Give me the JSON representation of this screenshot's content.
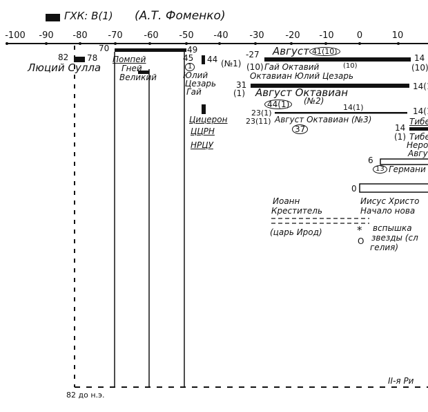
{
  "title": {
    "code": "ГХК: В(1)",
    "author": "(А.Т. Фоменко)"
  },
  "axis": {
    "ticks": [
      "-100",
      "-90",
      "-80",
      "-70",
      "-60",
      "-50",
      "-40",
      "-30",
      "-20",
      "-10",
      "0",
      "10"
    ]
  },
  "sulla": {
    "start": "82",
    "end": "78",
    "name": "Люций Сулла"
  },
  "pompey": {
    "start": "70",
    "end": "49",
    "name1": "Помпей",
    "name2": "Гней",
    "name3": "Великий"
  },
  "caesar": {
    "start": "45",
    "circle": "1",
    "end": "44",
    "num": "(№1)",
    "name1": "Юлий",
    "name2": "Цезарь",
    "name3": "Гай"
  },
  "cicero": {
    "name": "Цицерон",
    "line2": "ЦЦРН",
    "line3": "НРЦУ"
  },
  "august1": {
    "start": "-27",
    "label": "Август",
    "circle": "41(10)",
    "end": "14",
    "p1": "(10)",
    "name": "Гай Октавий",
    "p2": "(10)",
    "p3": "(10)",
    "name2": "Октавиан Юлий Цезарь"
  },
  "august2": {
    "start": "31",
    "p1": "(1)",
    "end": "14(1)",
    "name": "Август Октавиан",
    "circle": "44(1)",
    "num": "(№2)"
  },
  "august3": {
    "start1": "23(1)",
    "start2": "23(11)",
    "mid": "14(1)",
    "end": "14(1)",
    "name": "Август Октавиан (№3)",
    "circle": "37"
  },
  "tiberius": {
    "start": "14",
    "p1": "(1)",
    "name": "Тибе",
    "name2": "Тибе",
    "name3": "Неро",
    "name4": "Авгу"
  },
  "germanicus": {
    "start": "6",
    "circle": "13",
    "name": "Германи"
  },
  "jesus": {
    "start": "0",
    "name": "Иисус Христо",
    "sub": "Начало нова"
  },
  "john": {
    "name1": "Иоанн",
    "name2": "Креститель",
    "herod": "(царь Ирод)"
  },
  "star": {
    "sym1": "*",
    "sym2": "O",
    "l1": "вспышка",
    "l2": "звезды (сл",
    "l3": "гелия)"
  },
  "footer": {
    "date": "82 до н.э.",
    "rome": "II-я Ри"
  }
}
